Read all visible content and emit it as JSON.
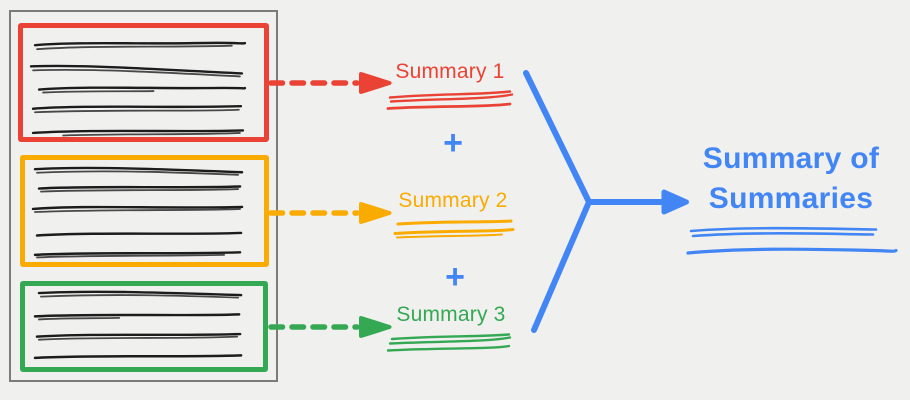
{
  "diagram": {
    "background_color": "#F0F0EE",
    "document": {
      "border_color": "#7B7B7B",
      "sections": [
        {
          "color": "#EA4335",
          "text_line_count": 5
        },
        {
          "color": "#FAAB00",
          "text_line_count": 5
        },
        {
          "color": "#34A853",
          "text_line_count": 4
        }
      ]
    },
    "summaries": [
      {
        "label": "Summary 1",
        "color": "#EA4335"
      },
      {
        "label": "Summary 2",
        "color": "#FAAB00"
      },
      {
        "label": "Summary 3",
        "color": "#34A853"
      }
    ],
    "operator": "+",
    "result": {
      "label": "Summary of Summaries",
      "color": "#4285F4"
    }
  }
}
